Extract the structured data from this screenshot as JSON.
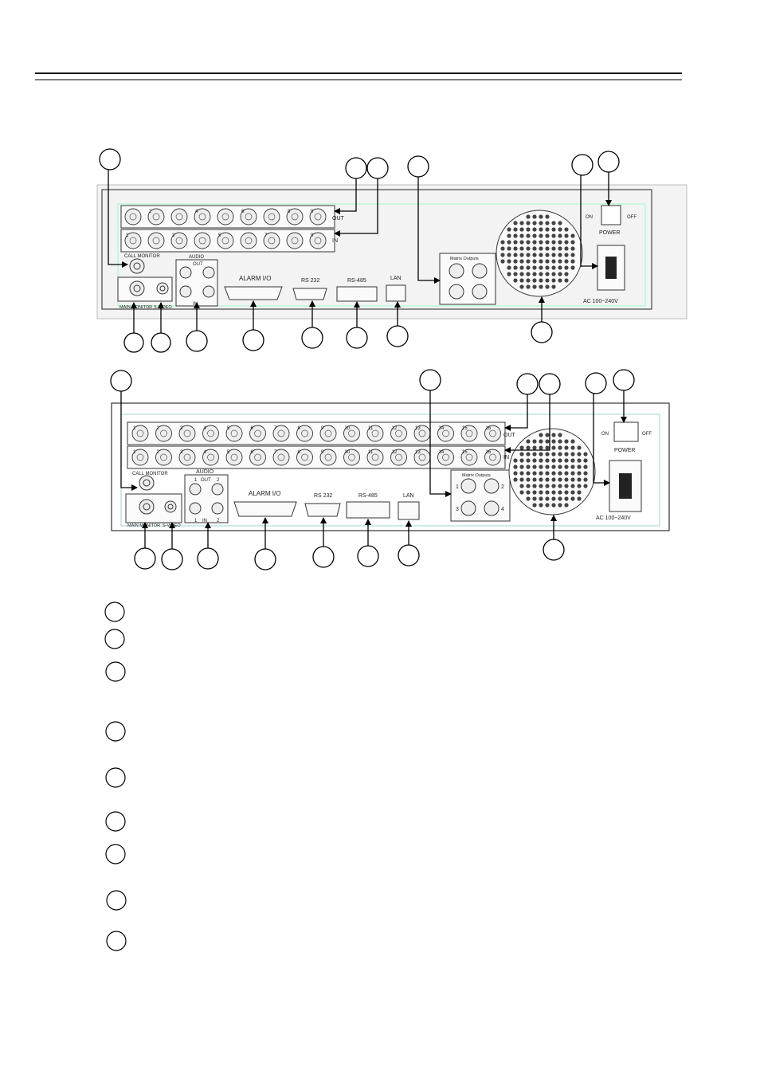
{
  "panel_top": {
    "labels": {
      "out": "OUT",
      "in": "IN",
      "call_monitor": "CALL MONITOR",
      "main_monitor": "MAIN MONITOR",
      "s_video": "S-VIDEO",
      "audio": "AUDIO",
      "audio_out": "OUT",
      "audio_in": "IN",
      "alarm": "ALARM I/O",
      "rs232": "RS 232",
      "rs485": "RS-485",
      "lan": "LAN",
      "matrix": "Matrix Outputs",
      "on": "ON",
      "off": "OFF",
      "power": "POWER",
      "ac": "AC 100~240V"
    },
    "channel_numbers": [
      "1",
      "2",
      "3",
      "4",
      "5",
      "6",
      "7",
      "8",
      "9"
    ]
  },
  "panel_bottom": {
    "labels": {
      "out": "OUT",
      "in": "IN",
      "call_monitor": "CALL MONITOR",
      "main_monitor": "MAIN MONITOR",
      "s_video": "S-VIDEO",
      "audio": "AUDIO",
      "audio_out": "OUT",
      "audio_in": "IN",
      "alarm": "ALARM I/O",
      "rs232": "RS 232",
      "rs485": "RS-485",
      "lan": "LAN",
      "matrix": "Matrix Outputs",
      "on": "ON",
      "off": "OFF",
      "power": "POWER",
      "ac": "AC 100~240V"
    },
    "channel_numbers": [
      "1",
      "2",
      "3",
      "4",
      "5",
      "6",
      "7",
      "8",
      "9",
      "10",
      "11",
      "12",
      "13",
      "14",
      "15",
      "16"
    ]
  },
  "matrix_numbers": [
    "1",
    "2",
    "3",
    "4"
  ],
  "audio_numbers": [
    "1",
    "2"
  ]
}
